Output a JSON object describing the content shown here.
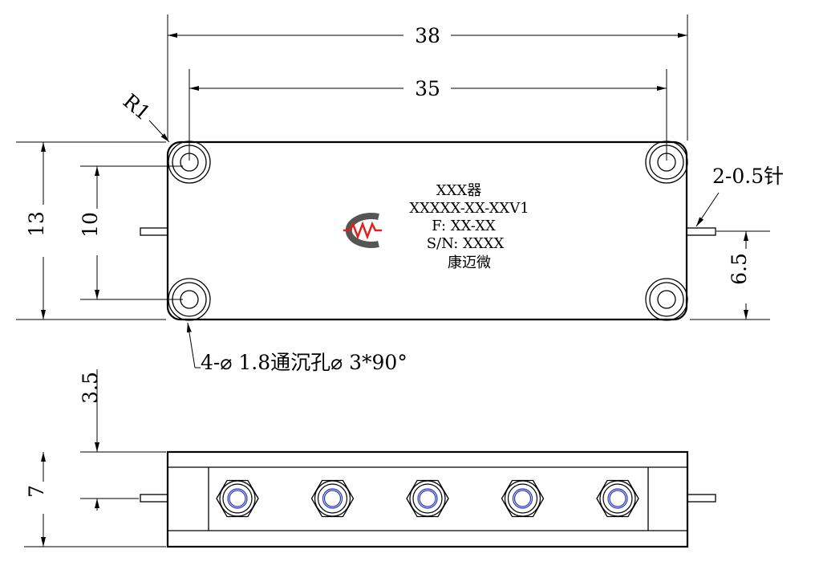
{
  "dimensions": {
    "overall_length": "38",
    "hole_spacing_length": "35",
    "corner_radius": "R1",
    "overall_height": "13",
    "hole_spacing_height": "10",
    "pin_label": "2-0.5针",
    "pin_offset": "6.5",
    "hole_note": "4-⌀ 1.8通沉孔⌀ 3*90°",
    "side_pin_offset": "3.5",
    "side_height": "7"
  },
  "label": {
    "line1": "XXX器",
    "line2": "XXXXX-XX-XXV1",
    "line3": "F: XX-XX",
    "line4": "S/N: XXXX",
    "line5": "康迈微"
  },
  "logo": {
    "name": "cmw-logo-icon",
    "gray": "#555555",
    "red": "#e0201b"
  },
  "connectors": {
    "count": 5,
    "inner_color": "#2233bb"
  }
}
